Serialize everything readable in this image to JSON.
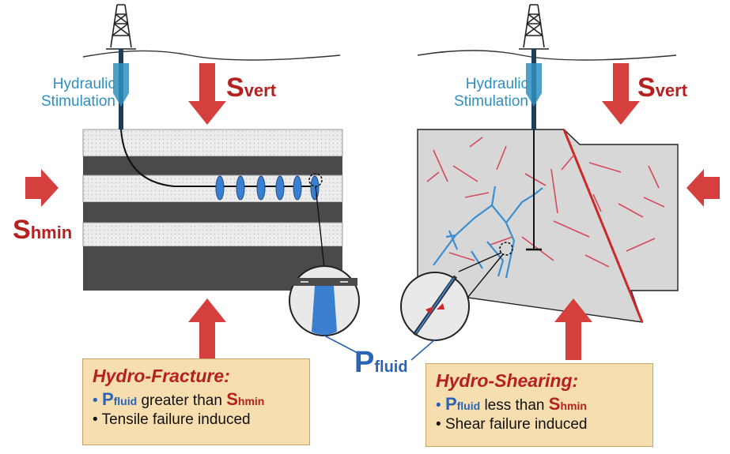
{
  "left_panel": {
    "stimulation_line1": "Hydraulic",
    "stimulation_line2": "Stimulation",
    "svert_main": "S",
    "svert_sub": "vert",
    "shmin_main": "S",
    "shmin_sub": "hmin"
  },
  "right_panel": {
    "stimulation_line1": "Hydraulic",
    "stimulation_line2": "Stimulation",
    "svert_main": "S",
    "svert_sub": "vert"
  },
  "pfluid": {
    "main": "P",
    "sub": "fluid"
  },
  "hydro_fracture": {
    "title": "Hydro-Fracture:",
    "bullet1_p": "P",
    "bullet1_p_sub": "fluid",
    "bullet1_text": " greater than ",
    "bullet1_s": "S",
    "bullet1_s_sub": "hmin",
    "bullet2": "Tensile failure induced"
  },
  "hydro_shearing": {
    "title": "Hydro-Shearing:",
    "bullet1_p": "P",
    "bullet1_p_sub": "fluid",
    "bullet1_text": " less than ",
    "bullet1_s": "S",
    "bullet1_s_sub": "hmin",
    "bullet2": "Shear failure induced"
  },
  "colors": {
    "arrow_red": "#d5403f",
    "stim_blue": "#2f8fbf",
    "fracture_blue": "#3b7fd0",
    "dark_layer": "#4a4a4a",
    "light_layer": "#e6e6e6",
    "box_fill": "#f6deae"
  },
  "icons": [
    "drilling-rig-icon",
    "stress-arrow-icon",
    "fracture-zoom-icon"
  ]
}
